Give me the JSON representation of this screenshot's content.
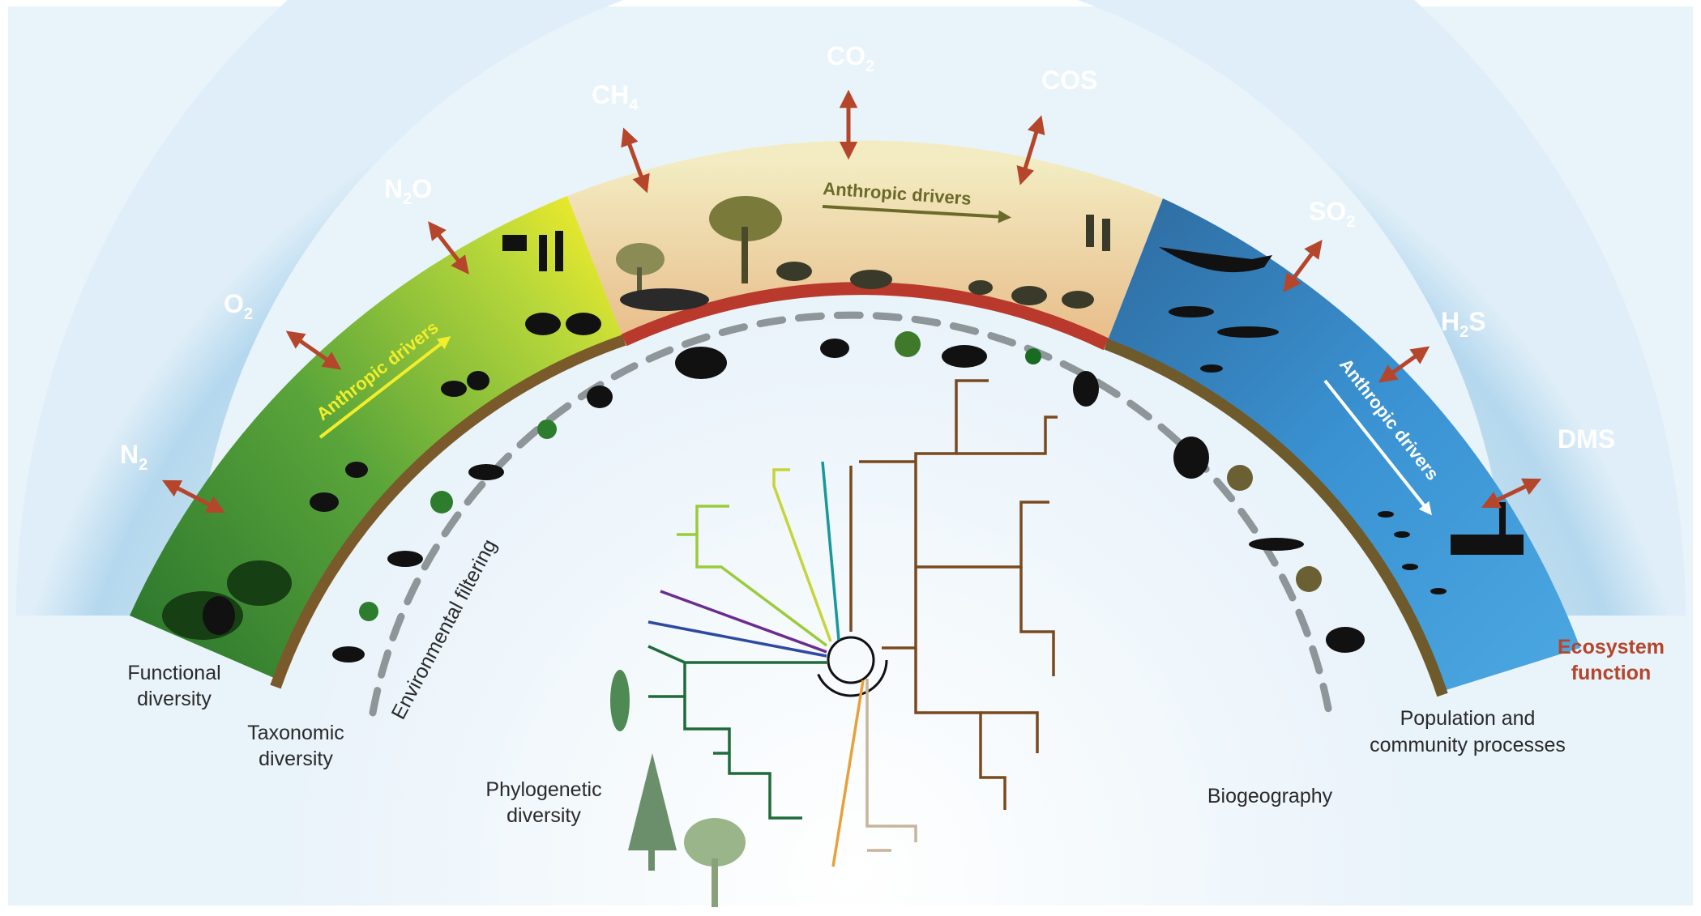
{
  "atmosphere": {
    "gases": [
      {
        "id": "n2",
        "base": "N",
        "sub": "2",
        "tail": ""
      },
      {
        "id": "o2",
        "base": "O",
        "sub": "2",
        "tail": ""
      },
      {
        "id": "n2o",
        "base": "N",
        "sub": "2",
        "tail": "O"
      },
      {
        "id": "ch4",
        "base": "CH",
        "sub": "4",
        "tail": ""
      },
      {
        "id": "co2",
        "base": "CO",
        "sub": "2",
        "tail": ""
      },
      {
        "id": "cos",
        "base": "COS",
        "sub": "",
        "tail": ""
      },
      {
        "id": "so2",
        "base": "SO",
        "sub": "2",
        "tail": ""
      },
      {
        "id": "h2s",
        "base": "H",
        "sub": "2",
        "tail": "S"
      },
      {
        "id": "dms",
        "base": "DMS",
        "sub": "",
        "tail": ""
      }
    ]
  },
  "drivers": {
    "left": "Anthropic drivers",
    "middle": "Anthropic drivers",
    "right": "Anthropic drivers"
  },
  "labels": {
    "functional_1": "Functional",
    "functional_2": "diversity",
    "taxonomic_1": "Taxonomic",
    "taxonomic_2": "diversity",
    "phylogenetic_1": "Phylogenetic",
    "phylogenetic_2": "diversity",
    "biogeography": "Biogeography",
    "population_1": "Population and",
    "population_2": "community processes",
    "ecosystem_1": "Ecosystem",
    "ecosystem_2": "function",
    "environmental_filtering": "Environmental filtering"
  },
  "colors": {
    "sky": "#cfe5f2",
    "gas_arrow": "#b5462b",
    "left_band_dark": "#2f7a2e",
    "left_band_light": "#e4e62a",
    "mid_band": "#ecc998",
    "right_band": "#3a8fd0",
    "left_driver_text": "#f2ee2a",
    "mid_driver_text": "#6b6a2a",
    "right_driver_text": "#ffffff",
    "ecosystem": "#b5462b"
  }
}
